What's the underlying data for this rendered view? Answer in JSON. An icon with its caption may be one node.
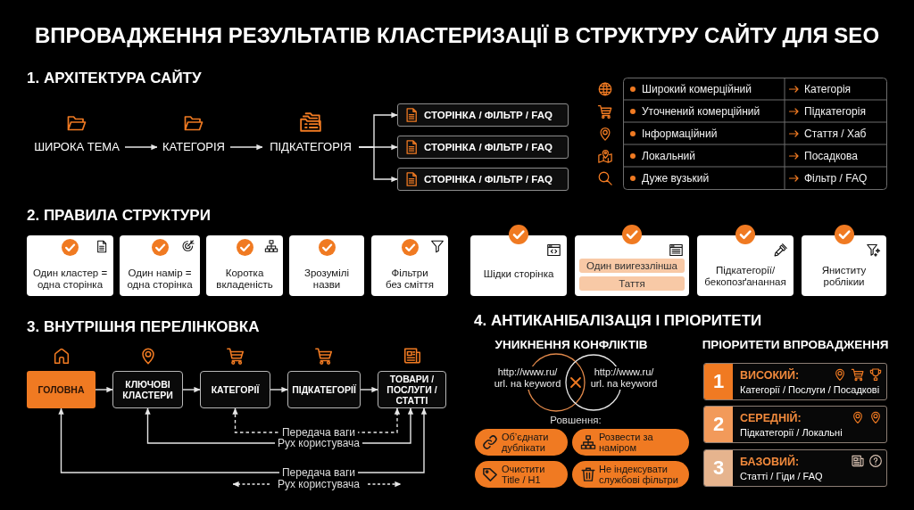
{
  "diagram": {
    "title": "ВПРОВАДЖЕННЯ РЕЗУЛЬТАТІВ КЛАСТЕРИЗАЦІЇ В СТРУКТУРУ САЙТУ ДЛЯ SEO",
    "nodes": [
      {
        "text": [
          "ШИРОКА ТЕМА"
        ]
      },
      {
        "text": [
          "КАТЕГОРІЯ"
        ]
      },
      {
        "text": [
          "ПІДКАТЕГОРІЯ"
        ]
      },
      {
        "text": [
          "СТОРІНКА / ФІЛЬТР / FAQ"
        ]
      },
      {
        "text": [
          "СТОРІНКА / ФІЛЬТР / FAQ"
        ]
      },
      {
        "text": [
          "СТОРІНКА / ФІЛЬТР / FAQ"
        ]
      },
      {
        "text": [
          "Один кластер = одна сторінка"
        ]
      },
      {
        "text": [
          "Один намір = одна сторінка"
        ]
      },
      {
        "text": [
          "Коротка вкладеність"
        ]
      },
      {
        "text": [
          "Зрозумілі назви"
        ]
      },
      {
        "text": [
          "Фільтри без сміття"
        ]
      },
      {
        "text": [
          "Шідки сторінка"
        ]
      },
      {
        "text": [],
        "shape": "box"
      },
      {
        "text": [
          "Один виигеззлінша"
        ],
        "in": 12
      },
      {
        "text": [
          "Таття"
        ],
        "in": 12
      },
      {
        "text": [
          "Підкатегорії/ бекопозґананная"
        ]
      },
      {
        "text": [
          "Яниститу роблікии"
        ]
      },
      {
        "text": [
          "ГОЛОВНА"
        ]
      },
      {
        "text": [
          "КЛЮЧОВІ КЛАСТЕРИ"
        ]
      },
      {
        "text": [
          "КАТЕГОРІЇ"
        ]
      },
      {
        "text": [
          "ПІДКАТЕГОРІЇ"
        ]
      },
      {
        "text": [
          "ТОВАРИ / ПОСЛУГИ / СТАТТІ"
        ]
      },
      {
        "text": [
          "Об’єднати дублікати"
        ]
      },
      {
        "text": [
          "Розвести за наміром"
        ]
      },
      {
        "text": [
          "Очистити Title / H1"
        ]
      },
      {
        "text": [
          "Не індексувати службові фільтри"
        ]
      },
      {
        "text": [
          "1",
          "ВИСОКИЙ:",
          "Категорії / Послуги / Посадкові"
        ]
      },
      {
        "text": [
          "2",
          "СЕРЕДНІЙ:",
          "Підкатегорії / Локальні"
        ]
      },
      {
        "text": [
          "3",
          "БАЗОВИЙ:",
          "Статті / Гіди / FAQ"
        ]
      }
    ],
    "edges": [
      {
        "from": 0,
        "to": 1,
        "arrow": "to"
      },
      {
        "from": 1,
        "to": 2,
        "arrow": "to"
      },
      {
        "from": 2,
        "to": 3,
        "arrow": "to"
      },
      {
        "from": 2,
        "to": 4,
        "arrow": "to"
      },
      {
        "from": 2,
        "to": 5,
        "arrow": "to"
      },
      {
        "from": 17,
        "to": 18,
        "arrow": "to"
      },
      {
        "from": 18,
        "to": 19,
        "arrow": "to"
      },
      {
        "from": 19,
        "to": 20,
        "arrow": "to"
      },
      {
        "from": 20,
        "to": 21,
        "arrow": "to"
      },
      {
        "from": 19,
        "to": 21,
        "arrow": "both",
        "style": "dashed",
        "label": "Передача ваги"
      },
      {
        "from": 18,
        "to": 21,
        "arrow": "both",
        "label": "Рух користувача"
      },
      {
        "from": 17,
        "to": 21,
        "arrow": "both",
        "label": "Передача ваги"
      }
    ],
    "labels": [
      "1. АРХІТЕКТУРА САЙТУ",
      "Широкий комерційний",
      "Категорія",
      "Уточнений комерційний",
      "Підкатегорія",
      "Інформаційний",
      "Стаття / Хаб",
      "Локальний",
      "Посадкова",
      "Дуже вузький",
      "Фільтр / FAQ",
      "2. ПРАВИЛА СТРУКТУРИ",
      "3. ВНУТРІШНЯ ПЕРЕЛІНКОВКА",
      "Рух користувача",
      "4. АНТИКАНІБАЛІЗАЦІЯ І ПРІОРИТЕТИ",
      "УНИКНЕННЯ КОНФЛІКТІВ",
      "http://www.ru/ url. на keyword",
      "http://www.ru/ url. na keyword",
      "Ровшення:",
      "ПРІОРИТЕТИ ВПРОВАДЖЕННЯ"
    ]
  }
}
